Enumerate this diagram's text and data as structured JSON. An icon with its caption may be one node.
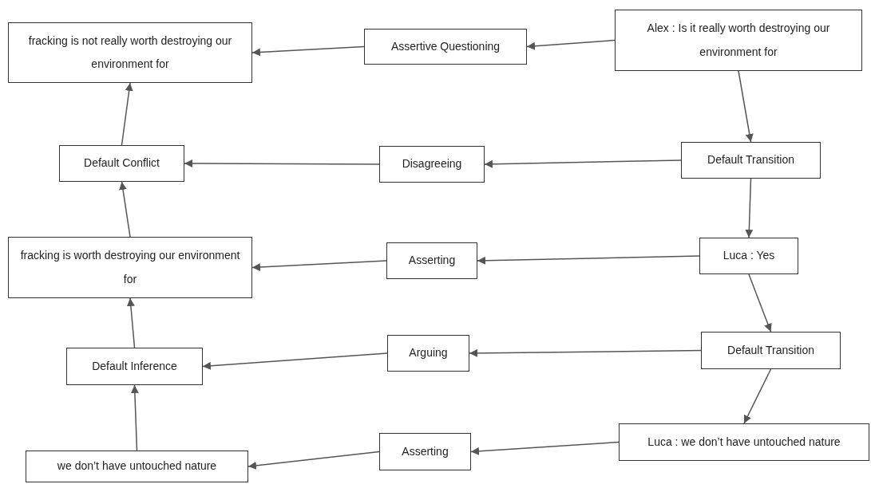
{
  "diagram": {
    "nodes": [
      {
        "text": [
          "fracking is not really worth destroying our environment for"
        ]
      },
      {
        "text": [
          "Assertive Questioning"
        ]
      },
      {
        "text": [
          "Alex : Is it really worth destroying our environment for"
        ]
      },
      {
        "text": [
          "Default Conflict"
        ]
      },
      {
        "text": [
          "Disagreeing"
        ]
      },
      {
        "text": [
          "Default Transition"
        ]
      },
      {
        "text": [
          "fracking is worth destroying our environment for"
        ]
      },
      {
        "text": [
          "Asserting"
        ]
      },
      {
        "text": [
          "Luca : Yes"
        ]
      },
      {
        "text": [
          "Default Inference"
        ]
      },
      {
        "text": [
          "Arguing"
        ]
      },
      {
        "text": [
          "Default Transition"
        ]
      },
      {
        "text": [
          "Luca : we don’t have untouched nature"
        ]
      },
      {
        "text": [
          "Asserting"
        ]
      },
      {
        "text": [
          "we don’t have untouched nature"
        ]
      }
    ],
    "edges": [
      {
        "from": 2,
        "to": 1,
        "arrow": "to"
      },
      {
        "from": 1,
        "to": 0,
        "arrow": "to"
      },
      {
        "from": 2,
        "to": 5,
        "arrow": "to"
      },
      {
        "from": 5,
        "to": 4,
        "arrow": "to"
      },
      {
        "from": 4,
        "to": 3,
        "arrow": "to"
      },
      {
        "from": 3,
        "to": 0,
        "arrow": "to"
      },
      {
        "from": 5,
        "to": 8,
        "arrow": "to"
      },
      {
        "from": 8,
        "to": 7,
        "arrow": "to"
      },
      {
        "from": 7,
        "to": 6,
        "arrow": "to"
      },
      {
        "from": 6,
        "to": 3,
        "arrow": "to"
      },
      {
        "from": 8,
        "to": 11,
        "arrow": "to"
      },
      {
        "from": 11,
        "to": 10,
        "arrow": "to"
      },
      {
        "from": 10,
        "to": 9,
        "arrow": "to"
      },
      {
        "from": 9,
        "to": 6,
        "arrow": "to"
      },
      {
        "from": 11,
        "to": 12,
        "arrow": "to"
      },
      {
        "from": 12,
        "to": 13,
        "arrow": "to"
      },
      {
        "from": 13,
        "to": 14,
        "arrow": "to"
      },
      {
        "from": 14,
        "to": 9,
        "arrow": "to"
      }
    ]
  }
}
